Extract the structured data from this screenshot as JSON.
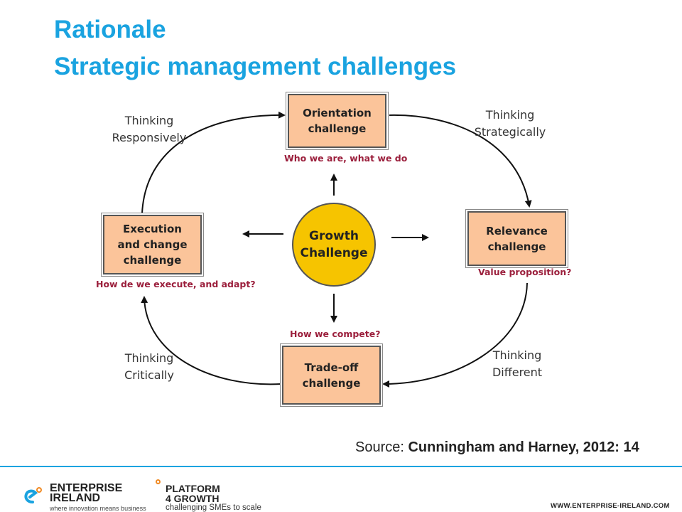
{
  "slide": {
    "title_line1": "Rationale",
    "title_line2": "Strategic management challenges"
  },
  "diagram": {
    "center": "Growth\nChallenge",
    "boxes": {
      "orientation": "Orientation\nchallenge",
      "relevance": "Relevance\nchallenge",
      "tradeoff": "Trade-off\nchallenge",
      "execution": "Execution\nand change\nchallenge"
    },
    "questions": {
      "orientation": "Who we are, what we do",
      "relevance": "Value proposition?",
      "tradeoff": "How we compete?",
      "execution": "How de we execute, and adapt?"
    },
    "thinking": {
      "responsively": "Thinking\nResponsively",
      "strategically": "Thinking\nStrategically",
      "critically": "Thinking\nCritically",
      "different": "Thinking\nDifferent"
    },
    "colors": {
      "box_fill": "#fbc49a",
      "circle_fill": "#f6c400",
      "question_text": "#9b1f3c",
      "title_text": "#1aa3e0"
    }
  },
  "source": {
    "lead": "Source: ",
    "citation": "Cunningham and Harney, 2012: 14"
  },
  "footer": {
    "ei_name": "ENTERPRISE\nIRELAND",
    "ei_tagline": "where innovation means business",
    "p4g_name": "PLATFORM\n4 GROWTH",
    "p4g_tagline": "challenging SMEs to scale",
    "website": "WWW.ENTERPRISE-IRELAND.COM"
  }
}
